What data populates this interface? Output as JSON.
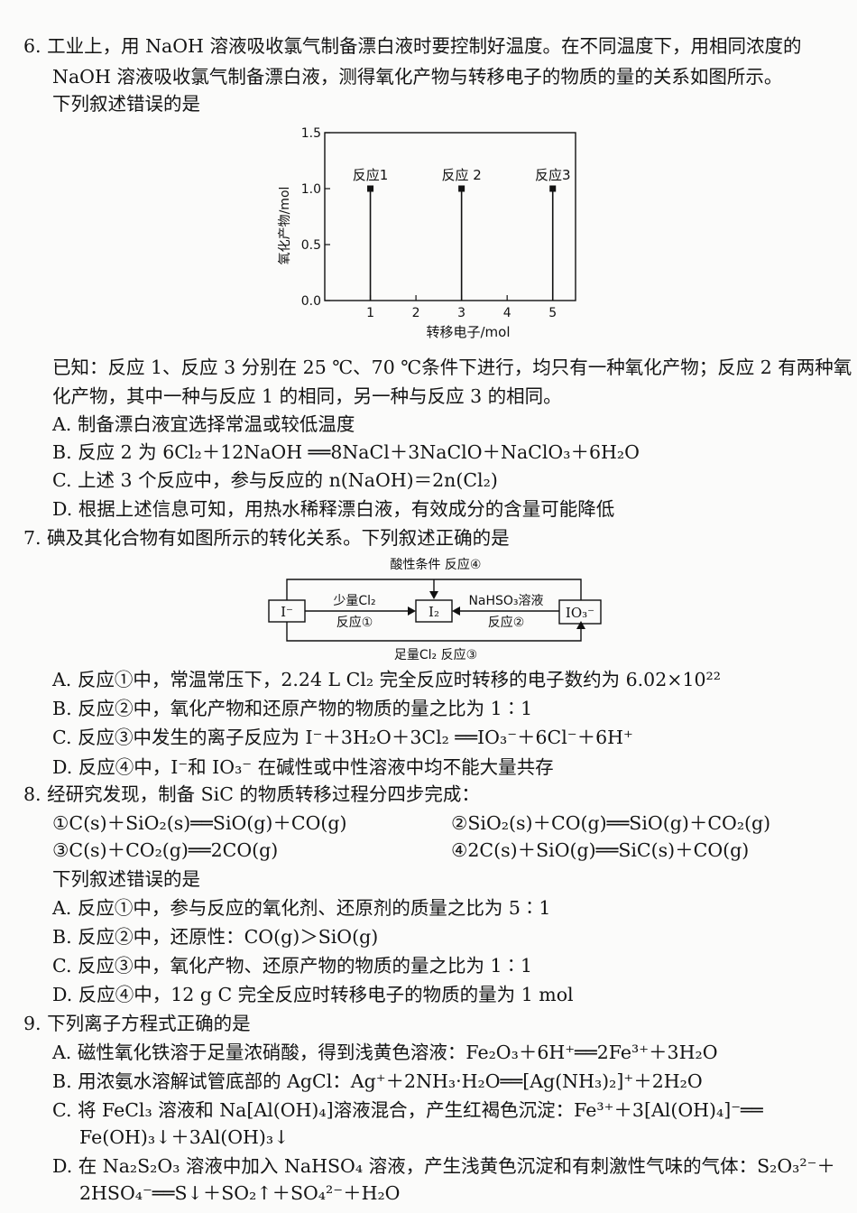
{
  "q6": {
    "line1": "6. 工业上，用 NaOH 溶液吸收氯气制备漂白液时要控制好温度。在不同温度下，用相同浓度的",
    "line2": "NaOH 溶液吸收氯气制备漂白液，测得氧化产物与转移电子的物质的量的关系如图所示。",
    "line3": "下列叙述错误的是",
    "known1": "已知：反应 1、反应 3 分别在 25 ℃、70 ℃条件下进行，均只有一种氧化产物；反应 2 有两种氧",
    "known2": "化产物，其中一种与反应 1 的相同，另一种与反应 3 的相同。",
    "optA": "A. 制备漂白液宜选择常温或较低温度",
    "optB": "B. 反应 2 为 6Cl₂＋12NaOH ══8NaCl＋3NaClO＋NaClO₃＋6H₂O",
    "optC": "C. 上述 3 个反应中，参与反应的 n(NaOH)＝2n(Cl₂)",
    "optD": "D. 根据上述信息可知，用热水稀释漂白液，有效成分的含量可能降低"
  },
  "chart_data": {
    "type": "bar",
    "xlabel": "转移电子/mol",
    "ylabel": "氧化产物/mol",
    "xticks": [
      "1",
      "2",
      "3",
      "4",
      "5"
    ],
    "yticks": [
      "0.0",
      "0.5",
      "1.0",
      "1.5"
    ],
    "xlim": [
      0,
      5.5
    ],
    "ylim": [
      0,
      1.5
    ],
    "points": [
      {
        "label": "反应1",
        "x": 1,
        "y": 1.0
      },
      {
        "label": "反应 2",
        "x": 3,
        "y": 1.0
      },
      {
        "label": "反应3",
        "x": 5,
        "y": 1.0
      }
    ]
  },
  "q7": {
    "title": "7. 碘及其化合物有如图所示的转化关系。下列叙述正确的是",
    "diagram": {
      "left_box": "I⁻",
      "center_box": "I₂",
      "right_box": "IO₃⁻",
      "top_label": "酸性条件  反应④",
      "arrow1_top": "少量Cl₂",
      "arrow1_bottom": "反应①",
      "arrow2_top": "NaHSO₃溶液",
      "arrow2_bottom": "反应②",
      "bottom_label": "足量Cl₂    反应③"
    },
    "optA": "A. 反应①中，常温常压下，2.24 L Cl₂ 完全反应时转移的电子数约为 6.02×10²²",
    "optB": "B. 反应②中，氧化产物和还原产物的物质的量之比为 1∶1",
    "optC": "C. 反应③中发生的离子反应为 I⁻＋3H₂O＋3Cl₂ ══IO₃⁻＋6Cl⁻＋6H⁺",
    "optD": "D. 反应④中，I⁻和 IO₃⁻ 在碱性或中性溶液中均不能大量共存"
  },
  "q8": {
    "title": "8. 经研究发现，制备 SiC 的物质转移过程分四步完成：",
    "r1": "①C(s)＋SiO₂(s)══SiO(g)＋CO(g)",
    "r2": "②SiO₂(s)＋CO(g)══SiO(g)＋CO₂(g)",
    "r3": "③C(s)＋CO₂(g)══2CO(g)",
    "r4": "④2C(s)＋SiO(g)══SiC(s)＋CO(g)",
    "stem": "下列叙述错误的是",
    "optA": "A. 反应①中，参与反应的氧化剂、还原剂的质量之比为 5∶1",
    "optB": "B. 反应②中，还原性：CO(g)＞SiO(g)",
    "optC": "C. 反应③中，氧化产物、还原产物的物质的量之比为 1∶1",
    "optD": "D. 反应④中，12 g C 完全反应时转移电子的物质的量为 1 mol"
  },
  "q9": {
    "title": "9. 下列离子方程式正确的是",
    "optA": "A. 磁性氧化铁溶于足量浓硝酸，得到浅黄色溶液：Fe₂O₃＋6H⁺══2Fe³⁺＋3H₂O",
    "optB": "B. 用浓氨水溶解试管底部的 AgCl：Ag⁺＋2NH₃·H₂O══[Ag(NH₃)₂]⁺＋2H₂O",
    "optC1": "C. 将 FeCl₃ 溶液和 Na[Al(OH)₄]溶液混合，产生红褐色沉淀：Fe³⁺＋3[Al(OH)₄]⁻══",
    "optC2": "Fe(OH)₃↓＋3Al(OH)₃↓",
    "optD1": "D. 在 Na₂S₂O₃ 溶液中加入 NaHSO₄ 溶液，产生浅黄色沉淀和有刺激性气味的气体：S₂O₃²⁻＋",
    "optD2": "2HSO₄⁻══S↓＋SO₂↑＋SO₄²⁻＋H₂O"
  }
}
